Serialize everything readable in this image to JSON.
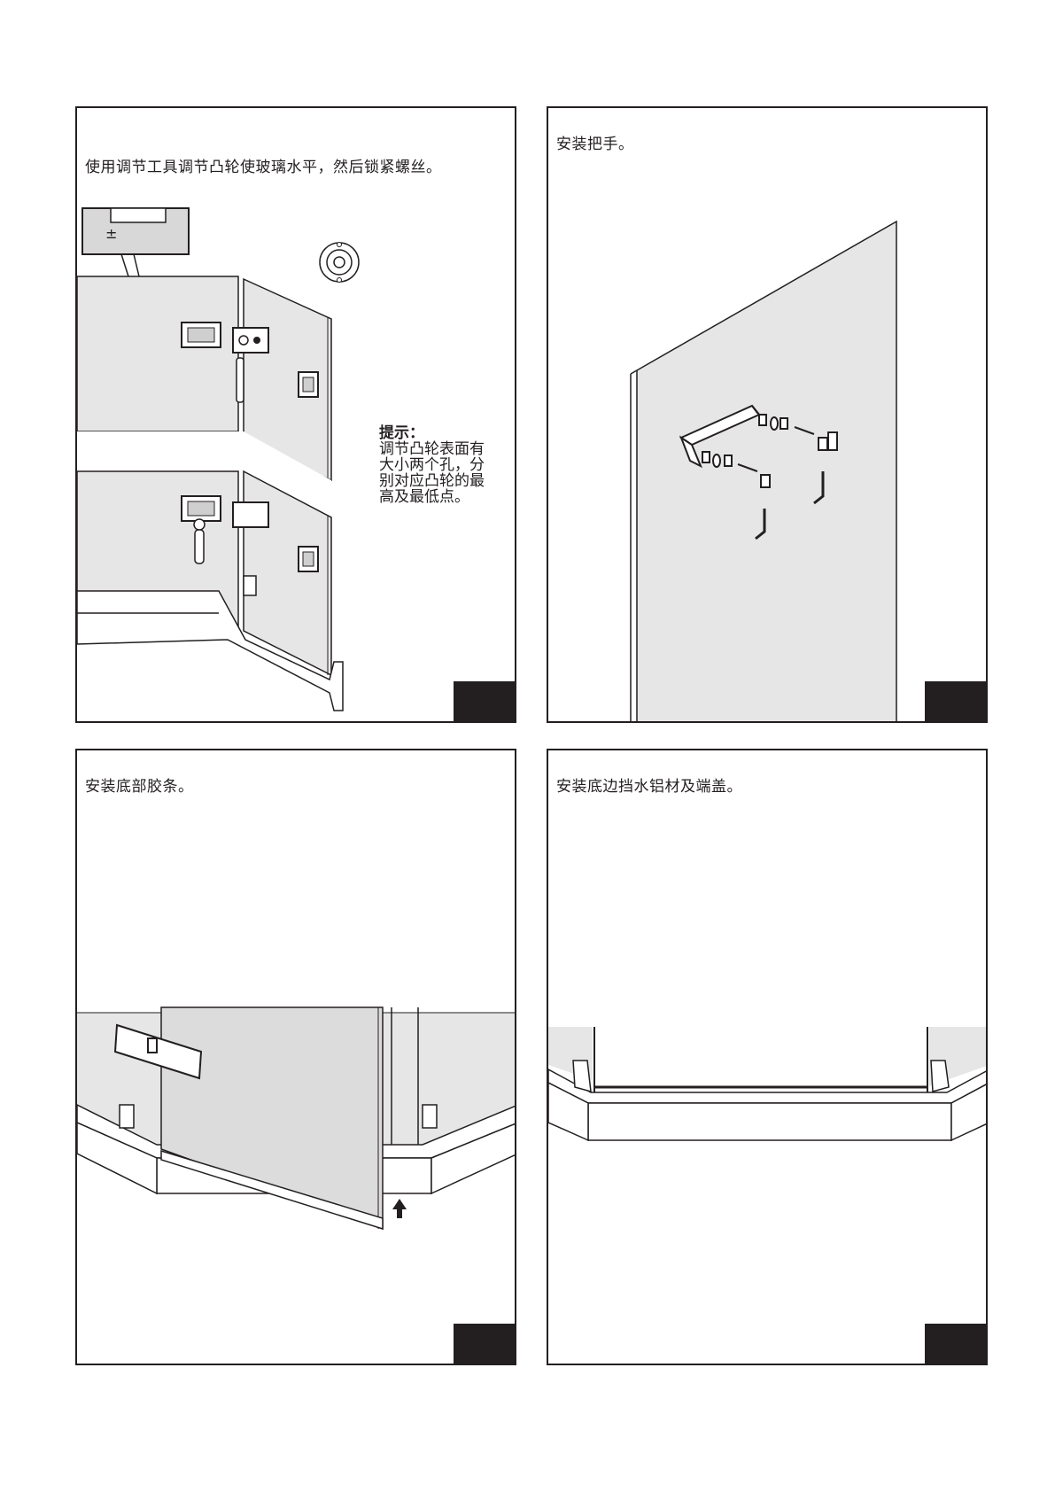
{
  "panels": {
    "p1": {
      "caption": "使用调节工具调节凸轮使玻璃水平，然后锁紧螺丝。",
      "level_mark": "±",
      "note": {
        "title": "提示：",
        "lines": [
          "调节凸轮表面有",
          "大小两个孔，分",
          "别对应凸轮的最",
          "高及最低点。"
        ]
      }
    },
    "p2": {
      "caption": "安装把手。"
    },
    "p3": {
      "caption": "安装底部胶条。"
    },
    "p4": {
      "caption": "安装底边挡水铝材及端盖。"
    }
  },
  "colors": {
    "ink": "#231f20",
    "glass": "#e6e6e6",
    "glass_dark": "#d4d4d4",
    "step_box": "#231f20"
  }
}
